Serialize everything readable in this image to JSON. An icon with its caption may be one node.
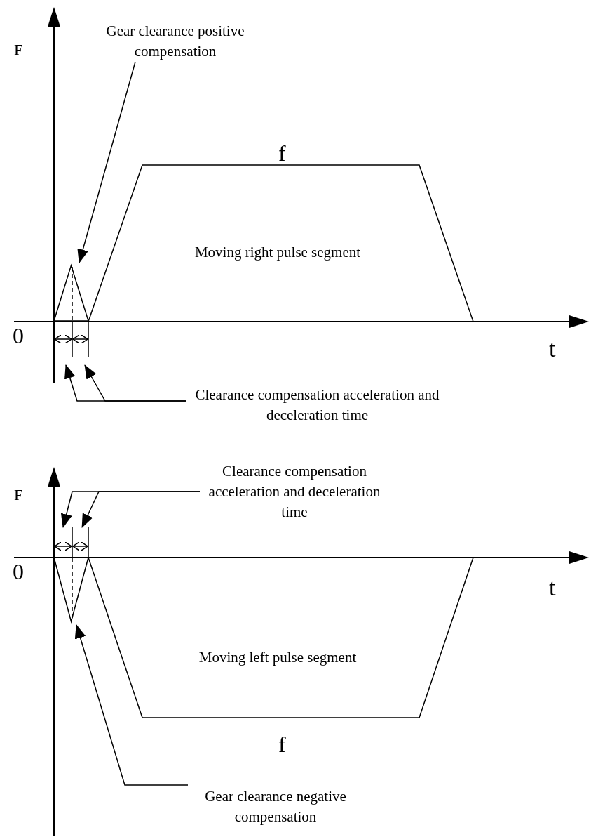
{
  "diagram": {
    "nodes": [
      {
        "text": [
          "Gear clearance positive compensation"
        ]
      },
      {
        "text": [],
        "shape": "triangle"
      },
      {
        "text": [
          "Moving right pulse segment"
        ],
        "beside": [
          "f"
        ]
      },
      {
        "text": [
          "Clearance compensation acceleration and deceleration time"
        ]
      },
      {
        "text": [
          "Clearance compensation acceleration and deceleration time"
        ]
      },
      {
        "text": [],
        "shape": "triangle"
      },
      {
        "text": [
          "Moving left pulse segment"
        ],
        "beside": [
          "f"
        ]
      },
      {
        "text": [
          "Gear clearance negative compensation"
        ]
      }
    ],
    "edges": [
      {
        "from": 0,
        "to": 1,
        "arrow": "to"
      },
      {
        "from": 3,
        "to": null,
        "arrow": "to"
      },
      {
        "from": 3,
        "to": null,
        "arrow": "to"
      },
      {
        "from": 4,
        "to": null,
        "arrow": "to"
      },
      {
        "from": 4,
        "to": null,
        "arrow": "to"
      },
      {
        "from": 7,
        "to": 5,
        "arrow": "to"
      }
    ],
    "labels": [
      "F",
      "0",
      "t",
      "F",
      "0",
      "t"
    ]
  }
}
